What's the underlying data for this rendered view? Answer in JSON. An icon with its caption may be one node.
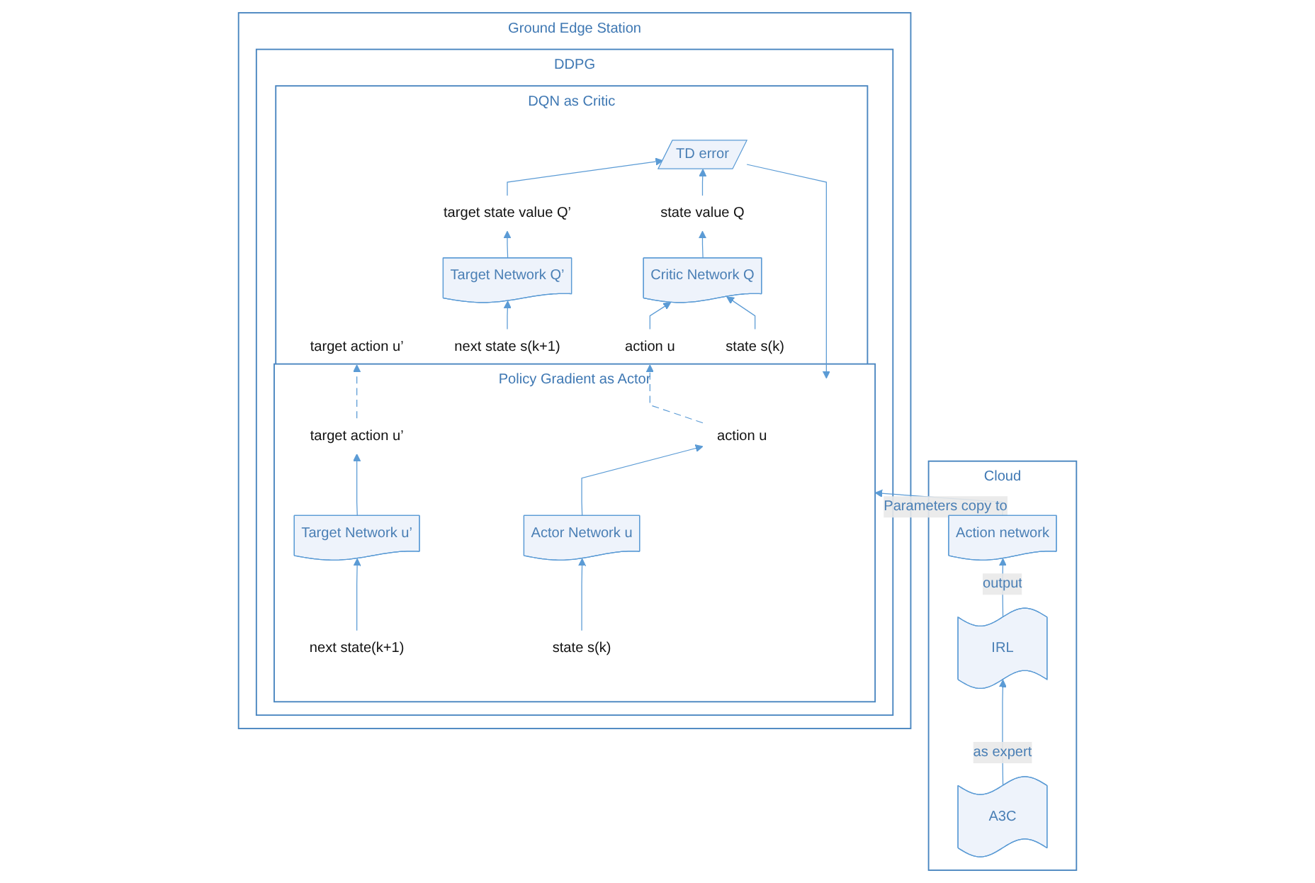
{
  "diagram": {
    "nodes": [
      {
        "text": [
          "Ground Edge Station"
        ]
      },
      {
        "text": [
          "DDPG"
        ],
        "in": 0
      },
      {
        "text": [
          "Policy Gradient as Actor"
        ],
        "in": 1
      },
      {
        "text": [
          "action u"
        ],
        "in": 2
      },
      {
        "text": [
          "Actor Network u"
        ],
        "in": 2
      },
      {
        "text": [
          "state s(k)"
        ],
        "in": 2
      },
      {
        "text": [
          "target action u’"
        ],
        "in": 2
      },
      {
        "text": [
          "Target Network u’"
        ],
        "in": 2
      },
      {
        "text": [
          "next state(k+1)"
        ],
        "in": 2
      },
      {
        "text": [
          "DQN as Critic"
        ],
        "in": 1
      },
      {
        "text": [
          "TD error"
        ],
        "in": 9
      },
      {
        "text": [
          "target state value Q’"
        ],
        "in": 9
      },
      {
        "text": [
          "state value Q"
        ],
        "in": 9
      },
      {
        "text": [
          "Target Network Q’"
        ],
        "in": 9
      },
      {
        "text": [
          "Critic Network Q"
        ],
        "in": 9
      },
      {
        "text": [
          "target action u’"
        ],
        "in": 9
      },
      {
        "text": [
          "next state s(k+1)"
        ],
        "in": 9
      },
      {
        "text": [
          "action u"
        ],
        "in": 9
      },
      {
        "text": [
          "state s(k)"
        ],
        "in": 9
      },
      {
        "text": [
          "Cloud"
        ]
      },
      {
        "text": [
          "Action network"
        ],
        "in": 19
      },
      {
        "text": [
          "IRL"
        ],
        "in": 19
      },
      {
        "text": [
          "A3C"
        ],
        "in": 19
      }
    ],
    "edges": [
      {
        "from": 5,
        "to": 4,
        "arrow": "to"
      },
      {
        "from": 4,
        "to": 3,
        "arrow": "to"
      },
      {
        "from": 8,
        "to": 7,
        "arrow": "to"
      },
      {
        "from": 7,
        "to": 6,
        "arrow": "to"
      },
      {
        "from": 3,
        "to": 17,
        "arrow": "to",
        "style": "dashed"
      },
      {
        "from": 6,
        "to": 15,
        "arrow": "to",
        "style": "dashed"
      },
      {
        "from": 16,
        "to": 13,
        "arrow": "to"
      },
      {
        "from": 13,
        "to": 11,
        "arrow": "to"
      },
      {
        "from": 11,
        "to": 10,
        "arrow": "to"
      },
      {
        "from": 17,
        "to": 14,
        "arrow": "to"
      },
      {
        "from": 18,
        "to": 14,
        "arrow": "to"
      },
      {
        "from": 14,
        "to": 12,
        "arrow": "to"
      },
      {
        "from": 12,
        "to": 10,
        "arrow": "to"
      },
      {
        "from": 10,
        "to": 2,
        "arrow": "to"
      },
      {
        "from": 20,
        "to": 2,
        "arrow": "to",
        "label": "Parameters copy to"
      },
      {
        "from": 22,
        "to": 21,
        "arrow": "to",
        "label": "as expert"
      },
      {
        "from": 21,
        "to": 20,
        "arrow": "to",
        "label": "output"
      }
    ]
  }
}
